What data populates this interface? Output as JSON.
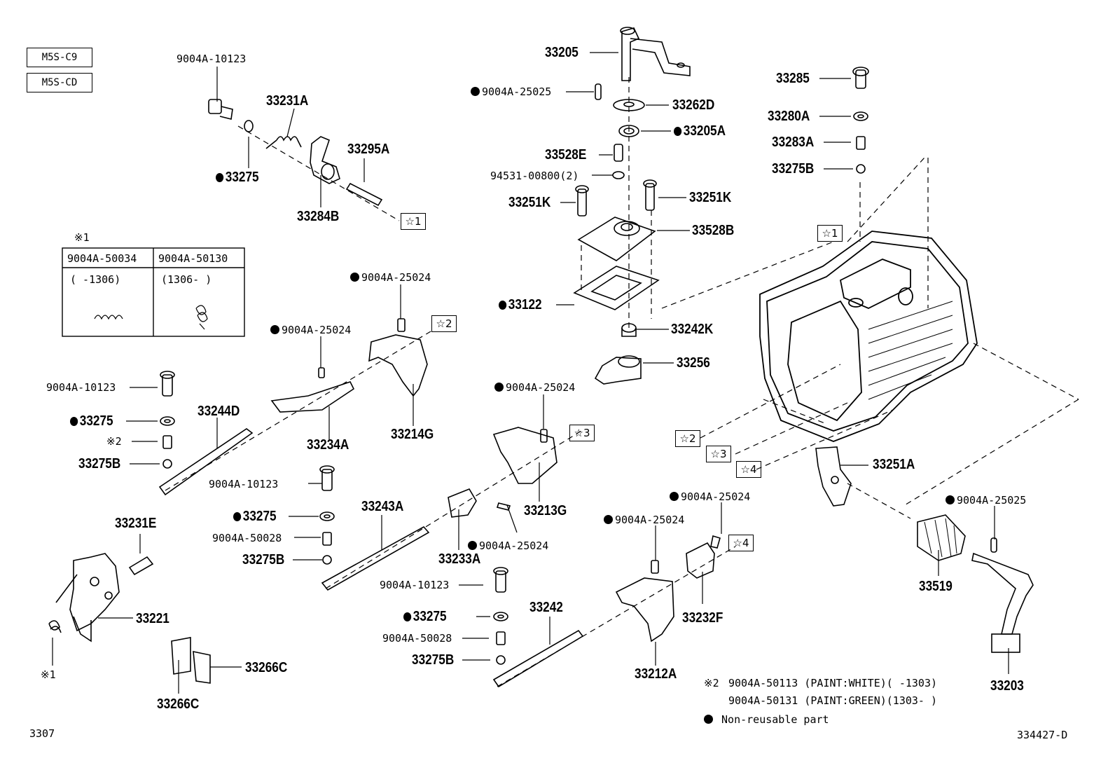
{
  "model_codes": [
    "M5S-C9",
    "M5S-CD"
  ],
  "labels": {
    "l33205": "33205",
    "l9004a25025a": "9004A-25025",
    "l33262d": "33262D",
    "l33205a": "33205A",
    "l33528e": "33528E",
    "l94531": "94531-00800(2)",
    "l33251k_left": "33251K",
    "l33251k_right": "33251K",
    "l33528b": "33528B",
    "l33122": "33122",
    "l33242k": "33242K",
    "l33256": "33256",
    "l33285": "33285",
    "l33280a": "33280A",
    "l33283a": "33283A",
    "l33275b_top": "33275B",
    "l9004a10123_top": "9004A-10123",
    "l33231a": "33231A",
    "l33295a": "33295A",
    "l33275_top": "33275",
    "l33284b": "33284B",
    "l9004a25024_a": "9004A-25024",
    "l9004a25024_b": "9004A-25024",
    "l9004a10123_mid": "9004A-10123",
    "l33244d": "33244D",
    "l33275_mid": "33275",
    "l_x2": "※2",
    "l33275b_mid": "33275B",
    "l33234a": "33234A",
    "l33214g": "33214G",
    "l9004a25024_c": "9004A-25024",
    "l9004a10123_c": "9004A-10123",
    "l33243a": "33243A",
    "l33275_c": "33275",
    "l9004a50028_c": "9004A-50028",
    "l33275b_c": "33275B",
    "l33213g": "33213G",
    "l9004a25024_d": "9004A-25024",
    "l33233a": "33233A",
    "l33231e": "33231E",
    "l33221": "33221",
    "l_x1_bottom": "※1",
    "l33266c_right": "33266C",
    "l33266c_bottom": "33266C",
    "l9004a10123_d": "9004A-10123",
    "l33242": "33242",
    "l33275_d": "33275",
    "l9004a50028_d": "9004A-50028",
    "l33275b_d": "33275B",
    "l9004a25024_e": "9004A-25024",
    "l9004a25024_f": "9004A-25024",
    "l33232f": "33232F",
    "l33212a": "33212A",
    "l33251a": "33251A",
    "l9004a25025_b": "9004A-25025",
    "l33519": "33519",
    "l33203": "33203"
  },
  "stars": {
    "s1_left": "☆1",
    "s1_right": "☆1",
    "s2_top": "☆2",
    "s2_bottom": "☆2",
    "s3_top": "☆3",
    "s3_bottom": "☆3",
    "s4_top": "☆4",
    "s4_bottom": "☆4"
  },
  "spring_table": {
    "marker": "※1",
    "col1_part": "9004A-50034",
    "col2_part": "9004A-50130",
    "col1_range": "(     -1306)",
    "col2_range": "(1306-     )"
  },
  "notes": {
    "note2_mark": "※2",
    "note2_line1": "9004A-50113 (PAINT:WHITE)(     -1303)",
    "note2_line2": "9004A-50131 (PAINT:GREEN)(1303-     )",
    "non_reusable": "Non-reusable part"
  },
  "footer": {
    "left_code": "3307",
    "right_code": "334427-D"
  }
}
